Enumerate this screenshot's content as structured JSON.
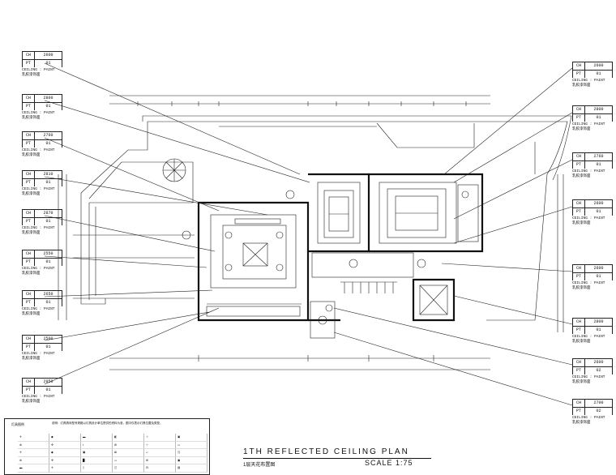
{
  "drawing": {
    "title": "1TH REFLECTED   CEILING   PLAN",
    "subtitle": "1层天花布置图",
    "scale": "SCALE 1:75"
  },
  "tags": [
    {
      "ch": "2600",
      "pt": "01",
      "note1": "CEILING : PAINT",
      "note2": "乳胶漆饰面"
    },
    {
      "ch": "2800",
      "pt": "01",
      "note1": "CEILING : PAINT",
      "note2": "乳胶漆饰面"
    },
    {
      "ch": "2760",
      "pt": "01",
      "note1": "CEILING : PAINT",
      "note2": "乳胶漆饰面"
    },
    {
      "ch": "2810",
      "pt": "01",
      "note1": "CEILING : PAINT",
      "note2": "乳胶漆饰面"
    },
    {
      "ch": "2870",
      "pt": "01",
      "note1": "CEILING : PAINT",
      "note2": "乳胶漆饰面"
    },
    {
      "ch": "2550",
      "pt": "01",
      "note1": "CEILING : PAINT",
      "note2": "乳胶漆饰面"
    },
    {
      "ch": "2650",
      "pt": "01",
      "note1": "CEILING : PAINT",
      "note2": "乳胶漆饰面"
    },
    {
      "ch": "2500",
      "pt": "01",
      "note1": "CEILING : PAINT",
      "note2": "乳胶漆饰面"
    },
    {
      "ch": "2950",
      "pt": "01",
      "note1": "CEILING : PAINT",
      "note2": "乳胶漆饰面"
    },
    {
      "ch": "2600",
      "pt": "01",
      "note1": "CEILING : PAINT",
      "note2": "乳胶漆饰面"
    },
    {
      "ch": "2800",
      "pt": "01",
      "note1": "CEILING : PAINT",
      "note2": "乳胶漆饰面"
    },
    {
      "ch": "2760",
      "pt": "01",
      "note1": "CEILING : PAINT",
      "note2": "乳胶漆饰面"
    },
    {
      "ch": "2600",
      "pt": "01",
      "note1": "CEILING : PAINT",
      "note2": "乳胶漆饰面"
    },
    {
      "ch": "2600",
      "pt": "01",
      "note1": "CEILING : PAINT",
      "note2": "乳胶漆饰面"
    },
    {
      "ch": "2800",
      "pt": "01",
      "note1": "CEILING : PAINT",
      "note2": "乳胶漆饰面"
    },
    {
      "ch": "2600",
      "pt": "02",
      "note1": "CEILING : PAINT",
      "note2": "乳胶漆饰面"
    },
    {
      "ch": "2700",
      "pt": "02",
      "note1": "CEILING : PAINT",
      "note2": "乳胶漆饰面"
    }
  ],
  "tag_keys": {
    "ch": "CH",
    "pt": "PT"
  },
  "legend": {
    "header": "灯具图例",
    "note": "说明：灯具具体型号规格以灯具设计单位提供的资料为准，图中仅表示灯具位置及类型。"
  }
}
